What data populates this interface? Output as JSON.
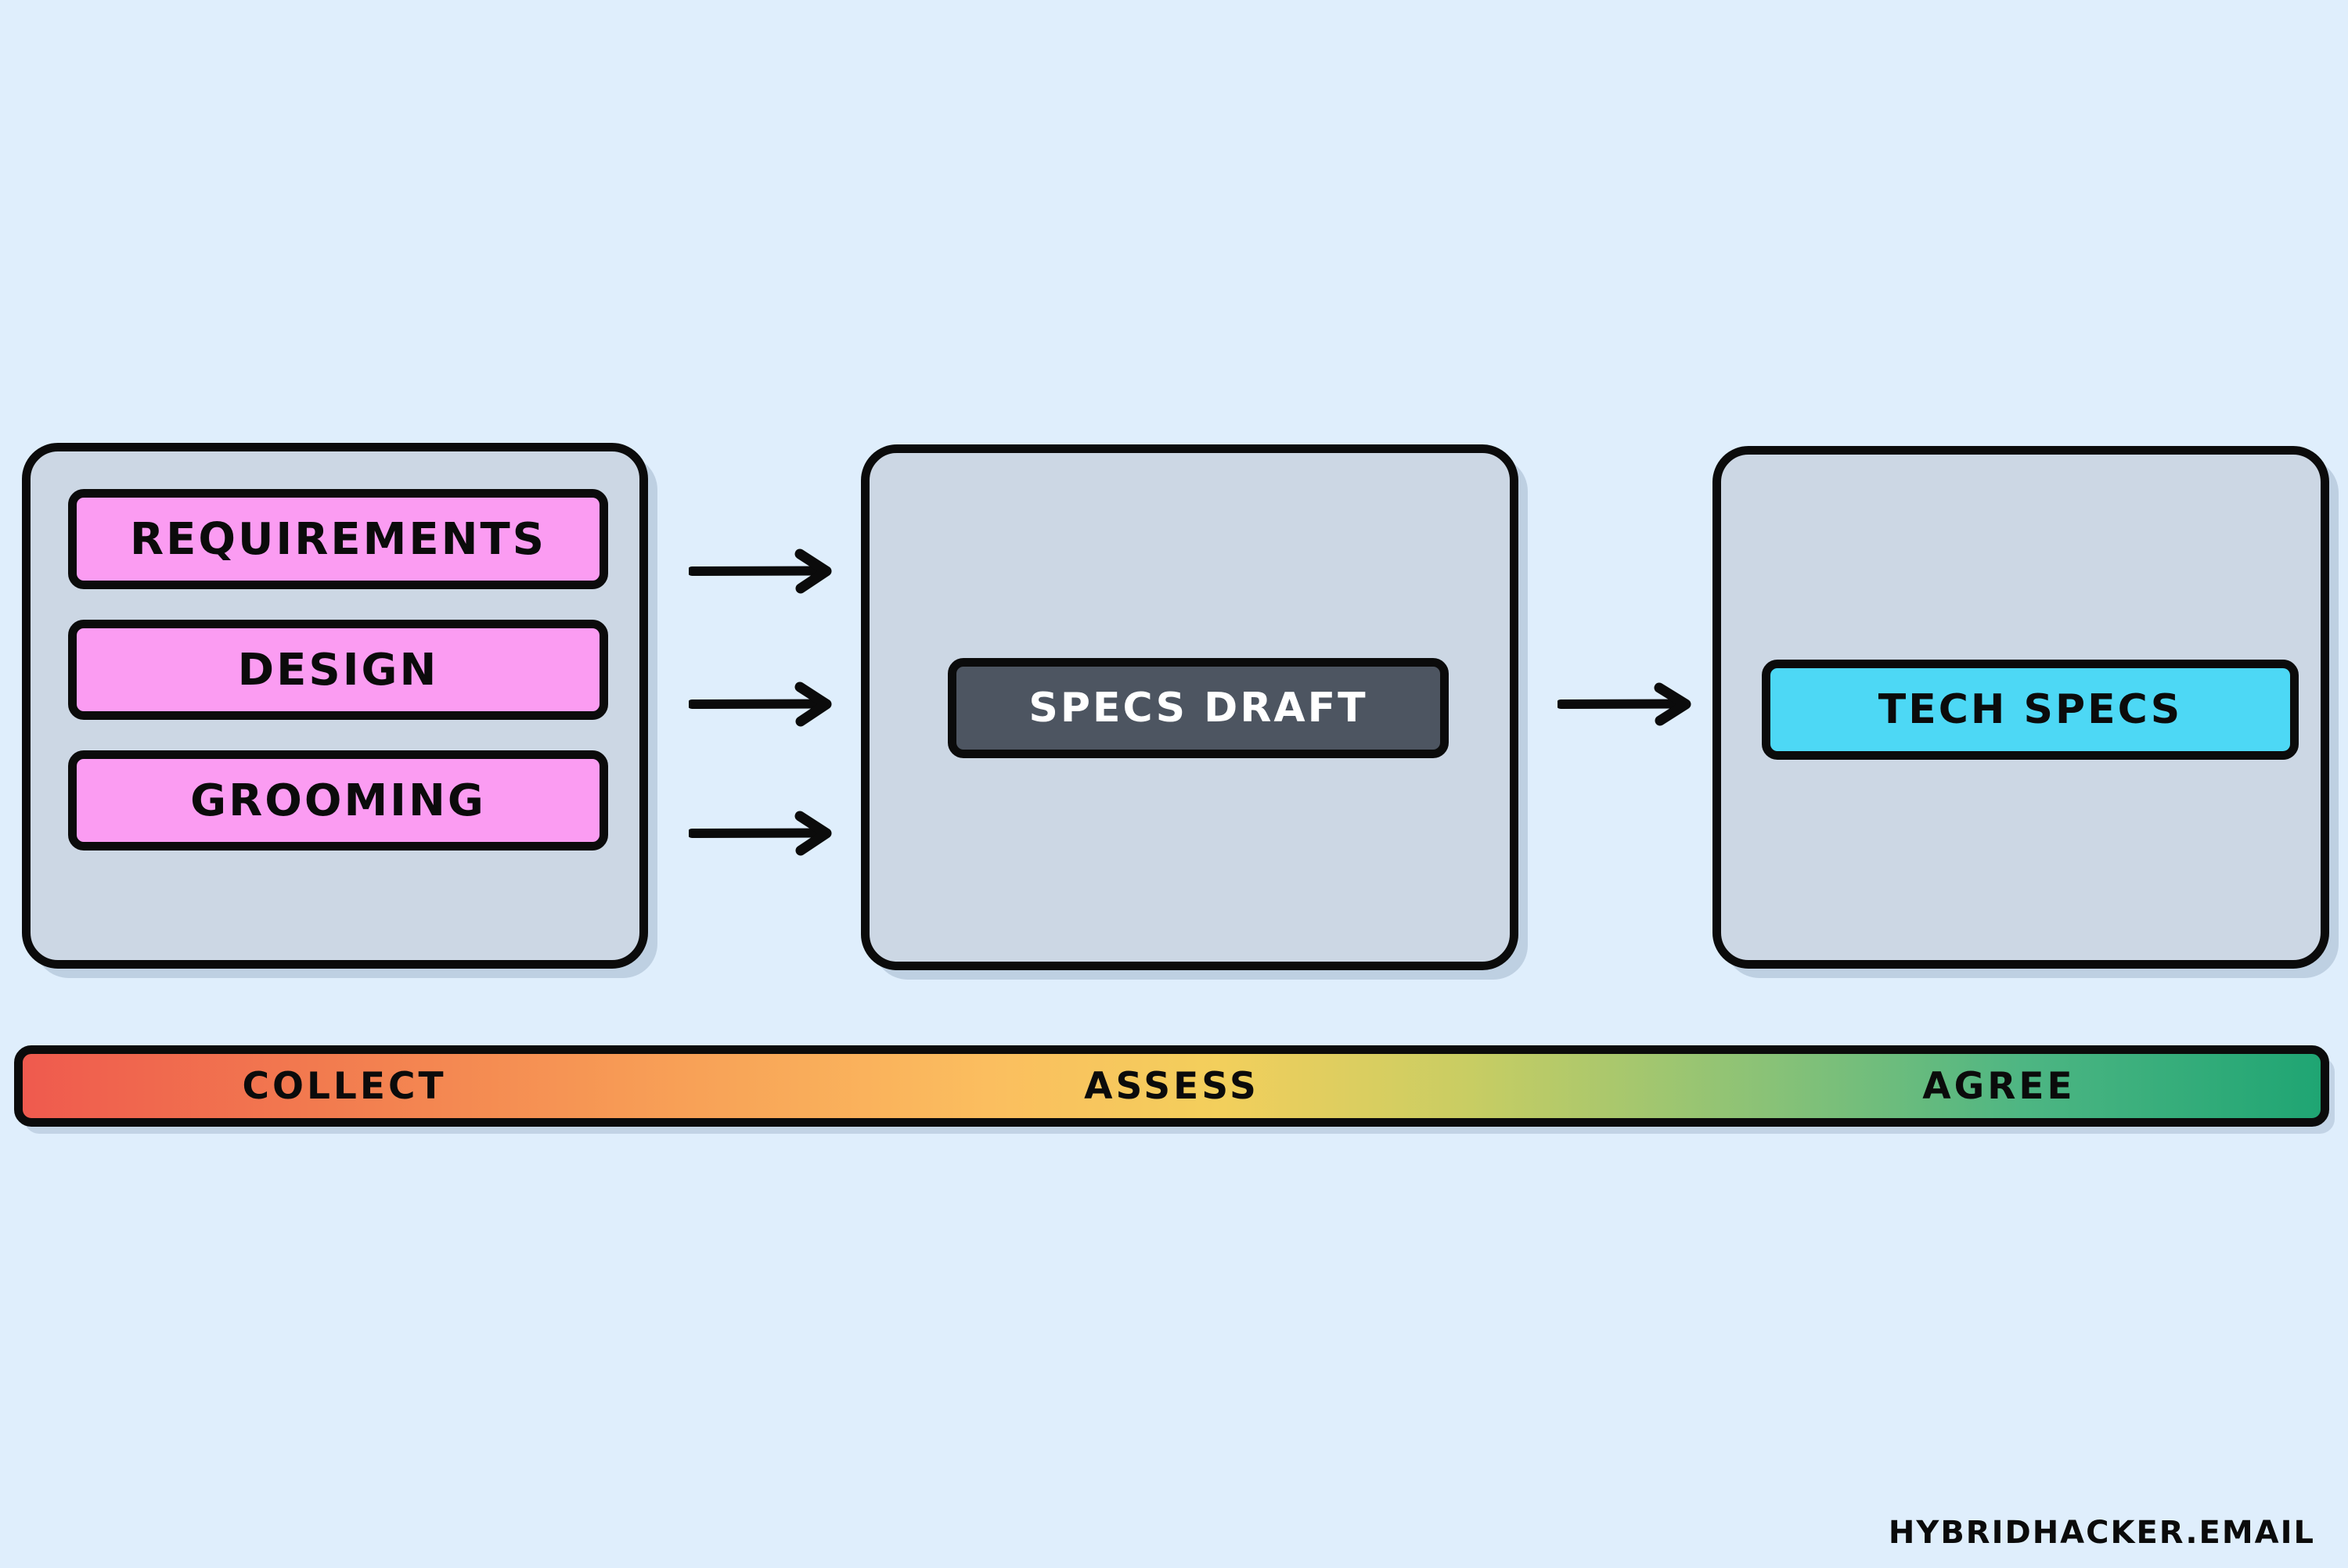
{
  "background_color": "#dfeefc",
  "stages": [
    {
      "id": "collect-stage",
      "container_name": "collect-container",
      "chips": [
        {
          "label": "REQUIREMENTS",
          "color": "#fb9cf2",
          "text_color": "#0b0b0b"
        },
        {
          "label": "DESIGN",
          "color": "#fb9cf2",
          "text_color": "#0b0b0b"
        },
        {
          "label": "GROOMING",
          "color": "#fb9cf2",
          "text_color": "#0b0b0b"
        }
      ]
    },
    {
      "id": "assess-stage",
      "container_name": "assess-container",
      "chips": [
        {
          "label": "SPECS DRAFT",
          "color": "#4d5561",
          "text_color": "#ffffff"
        }
      ]
    },
    {
      "id": "agree-stage",
      "container_name": "agree-container",
      "chips": [
        {
          "label": "TECH SPECS",
          "color": "#4dd8f5",
          "text_color": "#0b0b0b"
        }
      ]
    }
  ],
  "chip_labels": {
    "requirements": "REQUIREMENTS",
    "design": "DESIGN",
    "grooming": "GROOMING",
    "specs_draft": "SPECS DRAFT",
    "tech_specs": "TECH SPECS"
  },
  "arrows": [
    {
      "name": "arrow-requirements-to-specs",
      "from": "REQUIREMENTS",
      "to": "SPECS DRAFT"
    },
    {
      "name": "arrow-design-to-specs",
      "from": "DESIGN",
      "to": "SPECS DRAFT"
    },
    {
      "name": "arrow-grooming-to-specs",
      "from": "GROOMING",
      "to": "SPECS DRAFT"
    },
    {
      "name": "arrow-specs-to-tech",
      "from": "SPECS DRAFT",
      "to": "TECH SPECS"
    }
  ],
  "progress_bar": {
    "name": "phase-gradient-bar",
    "phases": [
      {
        "label": "COLLECT",
        "position_pct": 14,
        "color": "#ef5a4e"
      },
      {
        "label": "ASSESS",
        "position_pct": 50,
        "color": "#f3cf5c"
      },
      {
        "label": "AGREE",
        "position_pct": 86,
        "color": "#3eb07e"
      }
    ],
    "gradient_start": "#ef5a4e",
    "gradient_mid": "#fbbe5f",
    "gradient_end": "#1fa573"
  },
  "watermark": {
    "text": "HYBRIDHACKER.EMAIL"
  }
}
